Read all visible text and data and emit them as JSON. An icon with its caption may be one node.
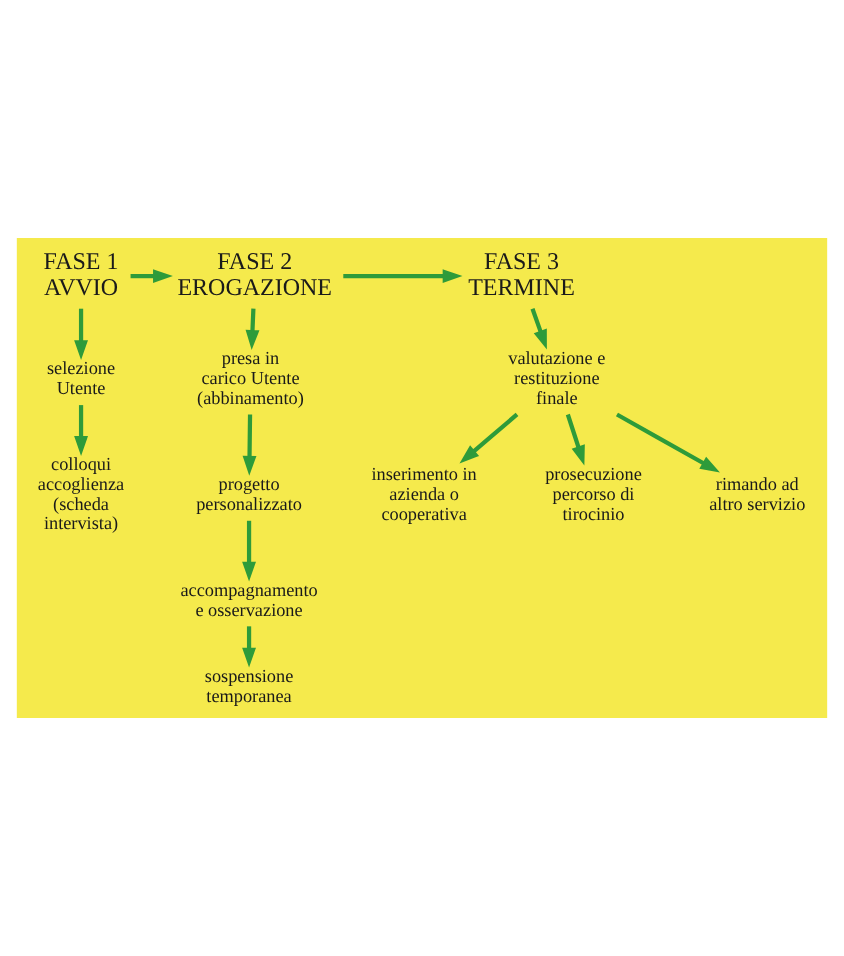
{
  "diagram": {
    "nodes": [
      {
        "text": [
          "FASE 1 AVVIO"
        ]
      },
      {
        "text": [
          "FASE 2 EROGAZIONE"
        ]
      },
      {
        "text": [
          "FASE 3 TERMINE"
        ]
      },
      {
        "text": [
          "selezione Utente"
        ]
      },
      {
        "text": [
          "colloqui accoglienza (scheda intervista)"
        ]
      },
      {
        "text": [
          "presa in carico Utente (abbinamento)"
        ]
      },
      {
        "text": [
          "progetto personalizzato"
        ]
      },
      {
        "text": [
          "accompagnamento e osservazione"
        ]
      },
      {
        "text": [
          "sospensione temporanea"
        ]
      },
      {
        "text": [
          "valutazione e restituzione finale"
        ]
      },
      {
        "text": [
          "inserimento in azienda o cooperativa"
        ]
      },
      {
        "text": [
          "prosecuzione percorso di tirocinio"
        ]
      },
      {
        "text": [
          "rimando ad altro servizio"
        ]
      }
    ],
    "edges": [
      {
        "from": 0,
        "to": 1,
        "arrow": "to"
      },
      {
        "from": 1,
        "to": 2,
        "arrow": "to"
      },
      {
        "from": 0,
        "to": 3,
        "arrow": "to"
      },
      {
        "from": 3,
        "to": 4,
        "arrow": "to"
      },
      {
        "from": 1,
        "to": 5,
        "arrow": "to"
      },
      {
        "from": 5,
        "to": 6,
        "arrow": "to"
      },
      {
        "from": 6,
        "to": 7,
        "arrow": "to"
      },
      {
        "from": 7,
        "to": 8,
        "arrow": "to"
      },
      {
        "from": 2,
        "to": 9,
        "arrow": "to"
      },
      {
        "from": 9,
        "to": 10,
        "arrow": "to"
      },
      {
        "from": 9,
        "to": 11,
        "arrow": "to"
      },
      {
        "from": 9,
        "to": 12,
        "arrow": "to"
      }
    ]
  }
}
